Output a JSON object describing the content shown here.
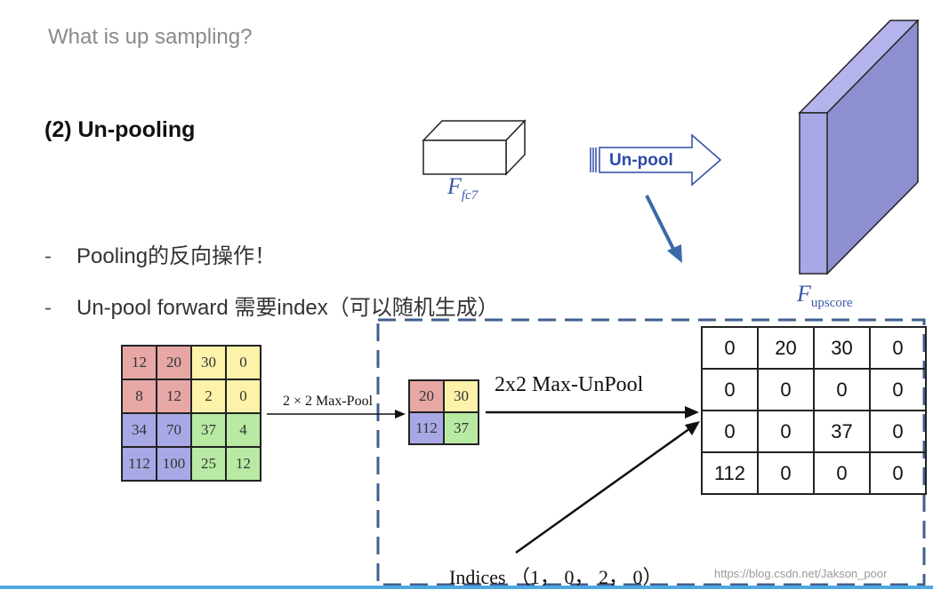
{
  "header": {
    "title": "What is up sampling?"
  },
  "section": {
    "title": "(2) Un-pooling"
  },
  "bullets": [
    {
      "dash": "-",
      "text": "Pooling的反向操作！"
    },
    {
      "dash": "-",
      "text": "Un-pool forward 需要index（可以随机生成）"
    }
  ],
  "top_diagram": {
    "input_label_main": "F",
    "input_label_sub": "fc7",
    "arrow_label": "Un-pool",
    "output_label_main": "F",
    "output_label_sub": "upscore"
  },
  "input_matrix": [
    [
      {
        "v": "12",
        "c": "red"
      },
      {
        "v": "20",
        "c": "red"
      },
      {
        "v": "30",
        "c": "yellow"
      },
      {
        "v": "0",
        "c": "yellow"
      }
    ],
    [
      {
        "v": "8",
        "c": "red"
      },
      {
        "v": "12",
        "c": "red"
      },
      {
        "v": "2",
        "c": "yellow"
      },
      {
        "v": "0",
        "c": "yellow"
      }
    ],
    [
      {
        "v": "34",
        "c": "blue"
      },
      {
        "v": "70",
        "c": "blue"
      },
      {
        "v": "37",
        "c": "green"
      },
      {
        "v": "4",
        "c": "green"
      }
    ],
    [
      {
        "v": "112",
        "c": "blue"
      },
      {
        "v": "100",
        "c": "blue"
      },
      {
        "v": "25",
        "c": "green"
      },
      {
        "v": "12",
        "c": "green"
      }
    ]
  ],
  "pooled_matrix": [
    [
      {
        "v": "20",
        "c": "red"
      },
      {
        "v": "30",
        "c": "yellow"
      }
    ],
    [
      {
        "v": "112",
        "c": "blue"
      },
      {
        "v": "37",
        "c": "green"
      }
    ]
  ],
  "output_matrix": [
    [
      "0",
      "20",
      "30",
      "0"
    ],
    [
      "0",
      "0",
      "0",
      "0"
    ],
    [
      "0",
      "0",
      "37",
      "0"
    ],
    [
      "112",
      "0",
      "0",
      "0"
    ]
  ],
  "labels": {
    "maxpool": "2 × 2 Max-Pool",
    "maxunpool": "2x2 Max-UnPool",
    "indices": "Indices （1，  0，  2，  0）"
  },
  "watermark": "https://blog.csdn.net/Jakson_poor",
  "colors": {
    "red": "#e6a7a5",
    "yellow": "#fdf2a9",
    "blue": "#a9a8e6",
    "green": "#b8eaa3",
    "accent": "#3b5aa8",
    "dashed_box": "#3f5f8f",
    "slab_front": "#a9a8e6",
    "slab_side": "#8d8fd0"
  }
}
